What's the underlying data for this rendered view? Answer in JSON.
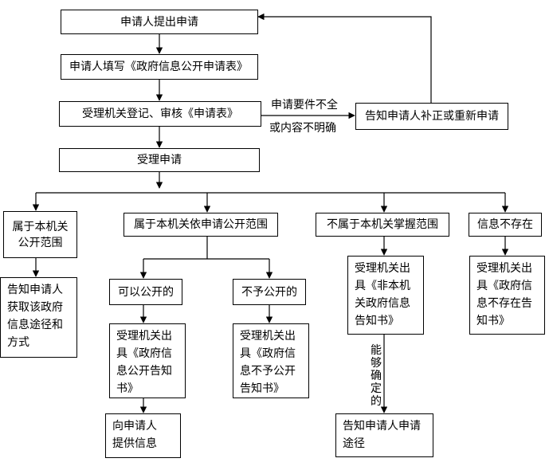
{
  "nodes": {
    "apply": "申请人提出申请",
    "fill_form": "申请人填写《政府信息公开申请表》",
    "register": "受理机关登记、审核《申请表》",
    "notify_correct": "告知申请人补正或重新申请",
    "accept": "受理申请",
    "cat_public": "属于本机关\n公开范围",
    "cat_by_request": "属于本机关依申请公开范围",
    "cat_not_ours": "不属于本机关掌握范围",
    "cat_not_exist": "信息不存在",
    "notify_channel": "告知申请人\n获取该政府\n信息途径和\n方式",
    "can_disclose": "可以公开的",
    "no_disclose": "不予公开的",
    "notice_disclose": "受理机关出\n具《政府信\n息公开告知\n书》",
    "notice_no_disclose": "受理机关出\n具《政府信\n息不予公开\n告知书》",
    "provide_info": "向申请人\n提供信息",
    "notice_not_ours": "受理机关出\n具《非本机\n关政府信息\n告知书》",
    "notice_not_exist": "受理机关出\n具《政府信\n息不存在告\n知书》",
    "notify_route": "告知申请人申请\n途径"
  },
  "edge_labels": {
    "incomplete_line1": "申请要件不全",
    "incomplete_line2": "或内容不明确",
    "can_determine": "能够确定的"
  },
  "colors": {
    "line": "#000000",
    "box_border": "#000000",
    "background": "#ffffff"
  }
}
